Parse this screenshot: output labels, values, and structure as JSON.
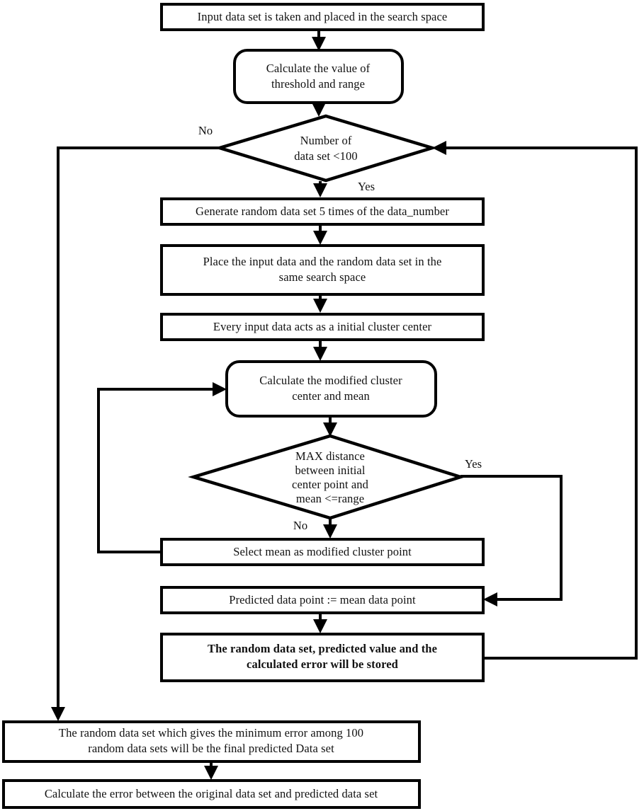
{
  "diagram": {
    "type": "flowchart",
    "title": "Clustering based prediction flowchart",
    "colors": {
      "stroke": "#000000",
      "fill": "#ffffff",
      "text": "#111111"
    },
    "nodes": [
      {
        "id": "input-data",
        "shape": "process",
        "lines": [
          "Input data set is taken and placed in the search  space"
        ]
      },
      {
        "id": "calc-threshold",
        "shape": "rounded",
        "lines": [
          "Calculate the value of",
          "threshold and range"
        ]
      },
      {
        "id": "check-count",
        "shape": "decision",
        "lines": [
          "Number of",
          "data set <100"
        ]
      },
      {
        "id": "generate-random",
        "shape": "process",
        "lines": [
          "Generate random data set 5 times of the data_number"
        ]
      },
      {
        "id": "place-data",
        "shape": "process",
        "lines": [
          "Place the input data and the random data set in the",
          "same search  space"
        ]
      },
      {
        "id": "initial-center",
        "shape": "process",
        "lines": [
          "Every input data acts as a initial cluster center"
        ]
      },
      {
        "id": "calc-modified",
        "shape": "rounded",
        "lines": [
          "Calculate the modified cluster",
          "center and mean"
        ]
      },
      {
        "id": "check-distance",
        "shape": "decision",
        "lines": [
          "MAX distance",
          "between initial",
          "center point and",
          "mean <=range"
        ]
      },
      {
        "id": "select-mean",
        "shape": "process",
        "lines": [
          "Select mean as modified cluster point"
        ]
      },
      {
        "id": "predicted-point",
        "shape": "process",
        "lines": [
          "Predicted data point := mean data point"
        ]
      },
      {
        "id": "store-result",
        "shape": "process",
        "bold": true,
        "lines": [
          "The random data set, predicted value and the",
          "calculated error will be stored"
        ]
      },
      {
        "id": "final-predicted",
        "shape": "process",
        "lines": [
          "The random data set which gives the minimum error among 100",
          "random data sets will be the final predicted Data set"
        ]
      },
      {
        "id": "calc-error",
        "shape": "process",
        "lines": [
          "Calculate the error between the original data set and predicted data set"
        ]
      }
    ],
    "edge_labels": [
      {
        "id": "count-no",
        "text": "No"
      },
      {
        "id": "count-yes",
        "text": "Yes"
      },
      {
        "id": "distance-yes",
        "text": "Yes"
      },
      {
        "id": "distance-no",
        "text": "No"
      }
    ]
  }
}
